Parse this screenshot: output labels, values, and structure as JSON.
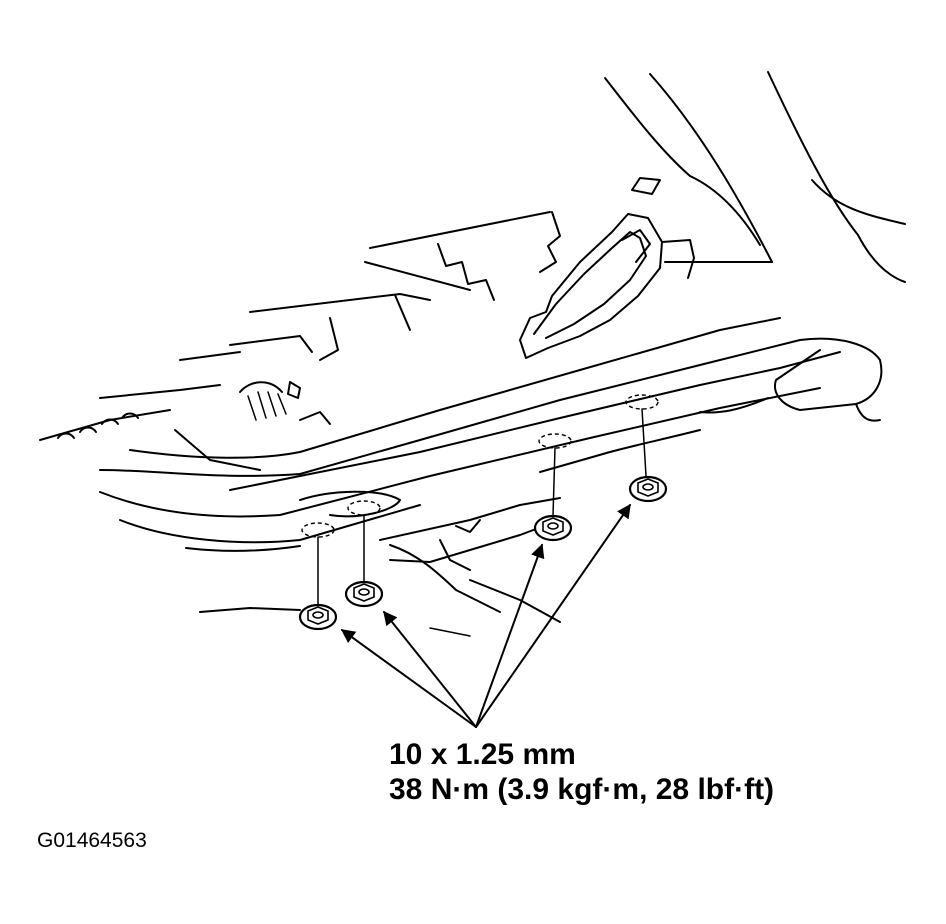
{
  "specification": {
    "bolt_size": "10 x 1.25 mm",
    "torque": "38 N·m (3.9 kgf·m, 28 lbf·ft)"
  },
  "figure": {
    "id": "G01464563"
  },
  "fasteners": [
    {
      "name": "flange-nut-1"
    },
    {
      "name": "flange-nut-2"
    },
    {
      "name": "flange-nut-3"
    },
    {
      "name": "flange-nut-4"
    }
  ],
  "colors": {
    "ink": "#000000",
    "paper": "#ffffff"
  }
}
